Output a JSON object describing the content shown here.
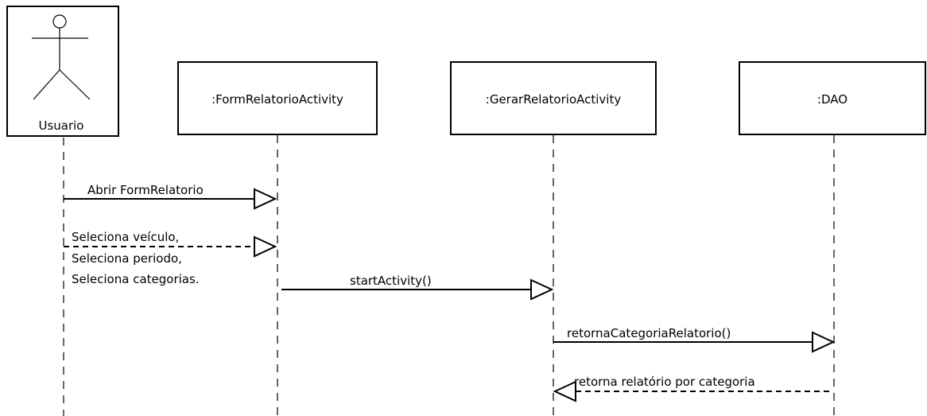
{
  "participants": [
    {
      "id": "usuario",
      "type": "actor",
      "label": "Usuario"
    },
    {
      "id": "form",
      "type": "object",
      "label": ":FormRelatorioActivity"
    },
    {
      "id": "gerar",
      "type": "object",
      "label": ":GerarRelatorioActivity"
    },
    {
      "id": "dao",
      "type": "object",
      "label": ":DAO"
    }
  ],
  "messages": [
    {
      "from": "usuario",
      "to": "form",
      "style": "solid",
      "label": "Abrir FormRelatorio"
    },
    {
      "from": "usuario",
      "to": "form",
      "style": "dashed",
      "label_lines": [
        "Seleciona veículo,",
        "Seleciona periodo,",
        "Seleciona categorias."
      ]
    },
    {
      "from": "form",
      "to": "gerar",
      "style": "solid",
      "label": "startActivity()"
    },
    {
      "from": "gerar",
      "to": "dao",
      "style": "solid",
      "label": "retornaCategoriaRelatorio()"
    },
    {
      "from": "dao",
      "to": "gerar",
      "style": "dashed",
      "label": "retorna relatório por categoria"
    }
  ]
}
